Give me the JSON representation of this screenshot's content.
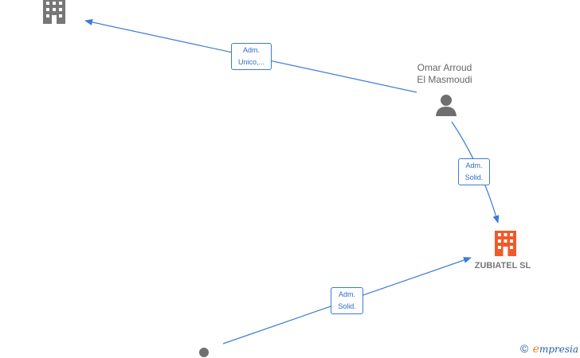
{
  "nodes": {
    "top_company": {
      "icon": "building-icon",
      "color": "#777777"
    },
    "omar": {
      "name_line1": "Omar Arroud",
      "name_line2": "El Masmoudi",
      "icon": "person-icon",
      "color": "#6f6f6f"
    },
    "zubiatel": {
      "name": "ZUBIATEL  SL",
      "icon": "building-icon",
      "color": "#f05a28"
    },
    "bottom_person": {
      "icon": "person-icon",
      "color": "#6f6f6f"
    }
  },
  "edges": {
    "omar_to_top": {
      "line1": "Adm.",
      "line2": "Unico,..."
    },
    "omar_to_zubiatel": {
      "line1": "Adm.",
      "line2": "Solid."
    },
    "bottom_to_zubiatel": {
      "line1": "Adm.",
      "line2": "Solid."
    }
  },
  "colors": {
    "edge": "#3a7bd5"
  },
  "brand": {
    "copyright": "©",
    "first_letter": "e",
    "rest": "mpresia"
  }
}
